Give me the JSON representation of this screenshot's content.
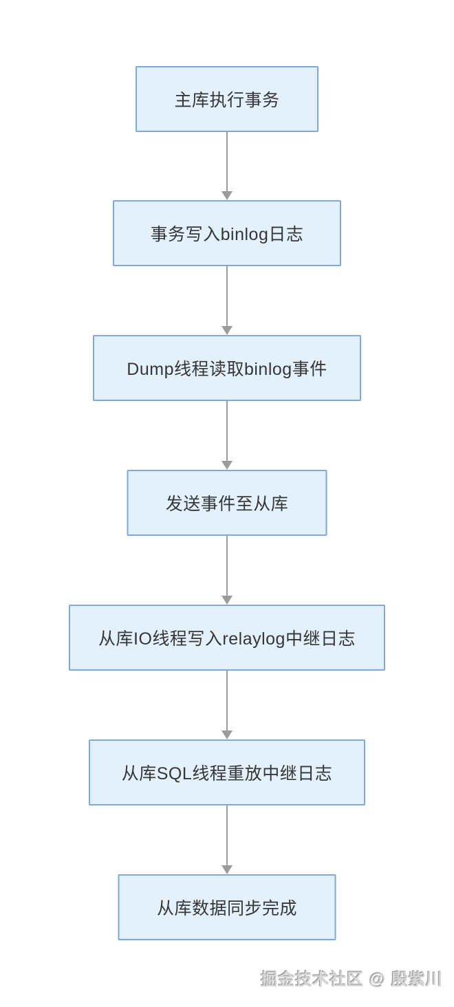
{
  "diagram": {
    "title_semantic": "MySQL主从复制流程图",
    "nodes": [
      {
        "label": "主库执行事务"
      },
      {
        "label": "事务写入binlog日志"
      },
      {
        "label": "Dump线程读取binlog事件"
      },
      {
        "label": "发送事件至从库"
      },
      {
        "label": "从库IO线程写入relaylog中继日志"
      },
      {
        "label": "从库SQL线程重放中继日志"
      },
      {
        "label": "从库数据同步完成"
      }
    ],
    "edges": [
      {
        "from": 0,
        "to": 1
      },
      {
        "from": 1,
        "to": 2
      },
      {
        "from": 2,
        "to": 3
      },
      {
        "from": 3,
        "to": 4
      },
      {
        "from": 4,
        "to": 5
      },
      {
        "from": 5,
        "to": 6
      }
    ],
    "colors": {
      "node_fill": "#e2f1fc",
      "node_border": "#7ea8d9",
      "arrow": "#9b9b9b",
      "text": "#363636",
      "background": "#ffffff"
    }
  },
  "watermark": {
    "text": "掘金技术社区 @ 殷紫川"
  }
}
